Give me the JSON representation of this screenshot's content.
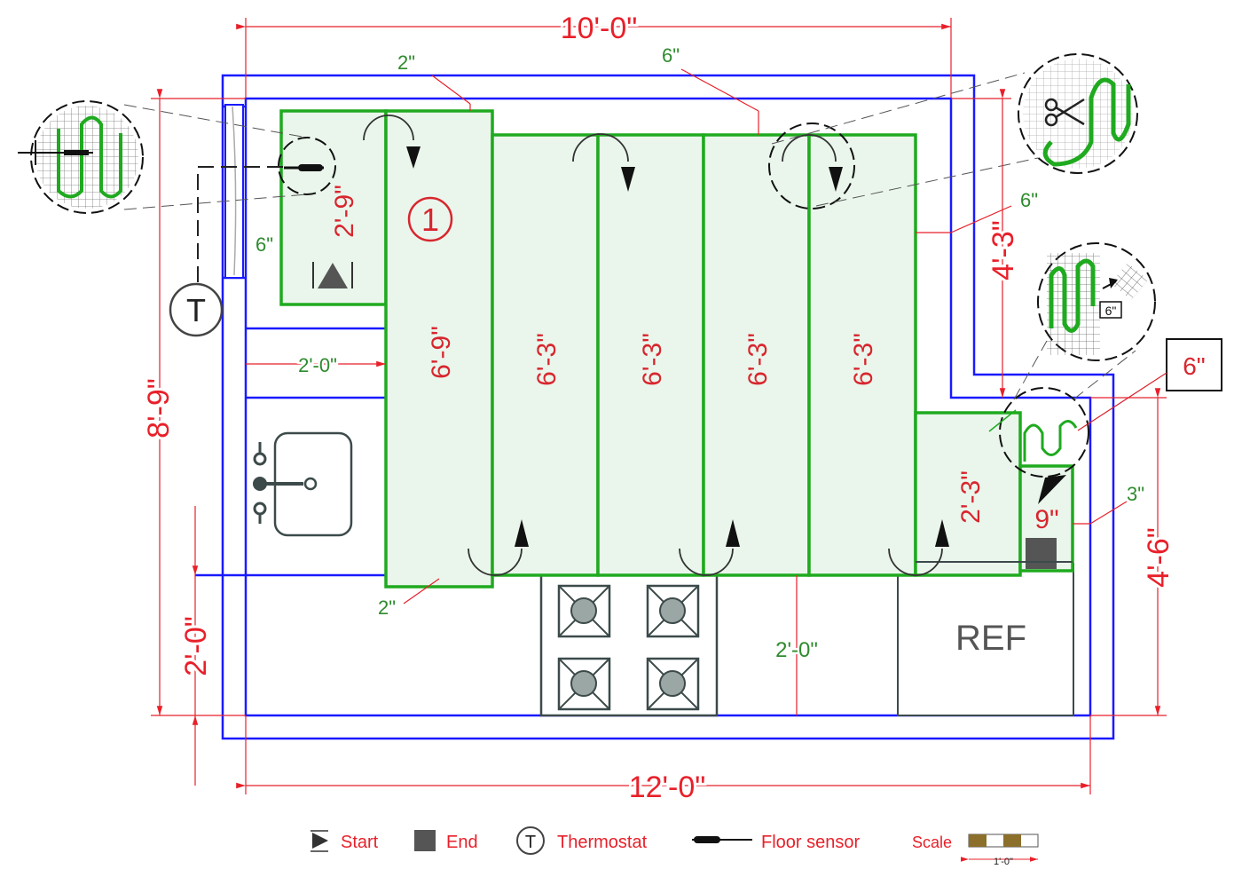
{
  "dimensions": {
    "top_width": "10'-0\"",
    "bottom_width": "12'-0\"",
    "left_height": "8'-9\"",
    "left_lower": "2'-0\"",
    "right_upper": "4'-3\"",
    "right_lower": "4'-6\"",
    "gap_top_left": "2\"",
    "gap_top_mid": "6\"",
    "gap_right": "6\"",
    "gap_left": "6\"",
    "gap_bottom_left": "2\"",
    "gap_small_right": "3\"",
    "clear_left": "2'-0\"",
    "clear_bottom": "2'-0\"",
    "inset_box": "6\"",
    "inset_small": "6\""
  },
  "strips": [
    {
      "id": "strip-1",
      "length": "2'-9\""
    },
    {
      "id": "strip-2",
      "length": "6'-9\""
    },
    {
      "id": "strip-3",
      "length": "6'-3\""
    },
    {
      "id": "strip-4",
      "length": "6'-3\""
    },
    {
      "id": "strip-5",
      "length": "6'-3\""
    },
    {
      "id": "strip-6",
      "length": "6'-3\""
    },
    {
      "id": "strip-7",
      "length": "2'-3\""
    },
    {
      "id": "strip-8",
      "length": "9\""
    }
  ],
  "start_marker": "1",
  "thermostat_symbol": "T",
  "appliances": {
    "refrigerator": "REF"
  },
  "legend": {
    "start": "Start",
    "end": "End",
    "thermostat": "Thermostat",
    "floor_sensor": "Floor sensor",
    "scale": "Scale",
    "scale_unit": "1'-0\""
  },
  "colors": {
    "wall": "#1a1aff",
    "dimension": "#e8202a",
    "mat": "#1faa1f",
    "mat_fill": "#eaf6ec",
    "annotation": "#2e8b2e",
    "fixture": "#3c4a4a"
  },
  "icons": [
    "scissors-icon",
    "thermostat-icon",
    "floor-sensor-icon",
    "stove-burner-icon",
    "sink-icon",
    "start-triangle-icon",
    "end-square-icon"
  ]
}
